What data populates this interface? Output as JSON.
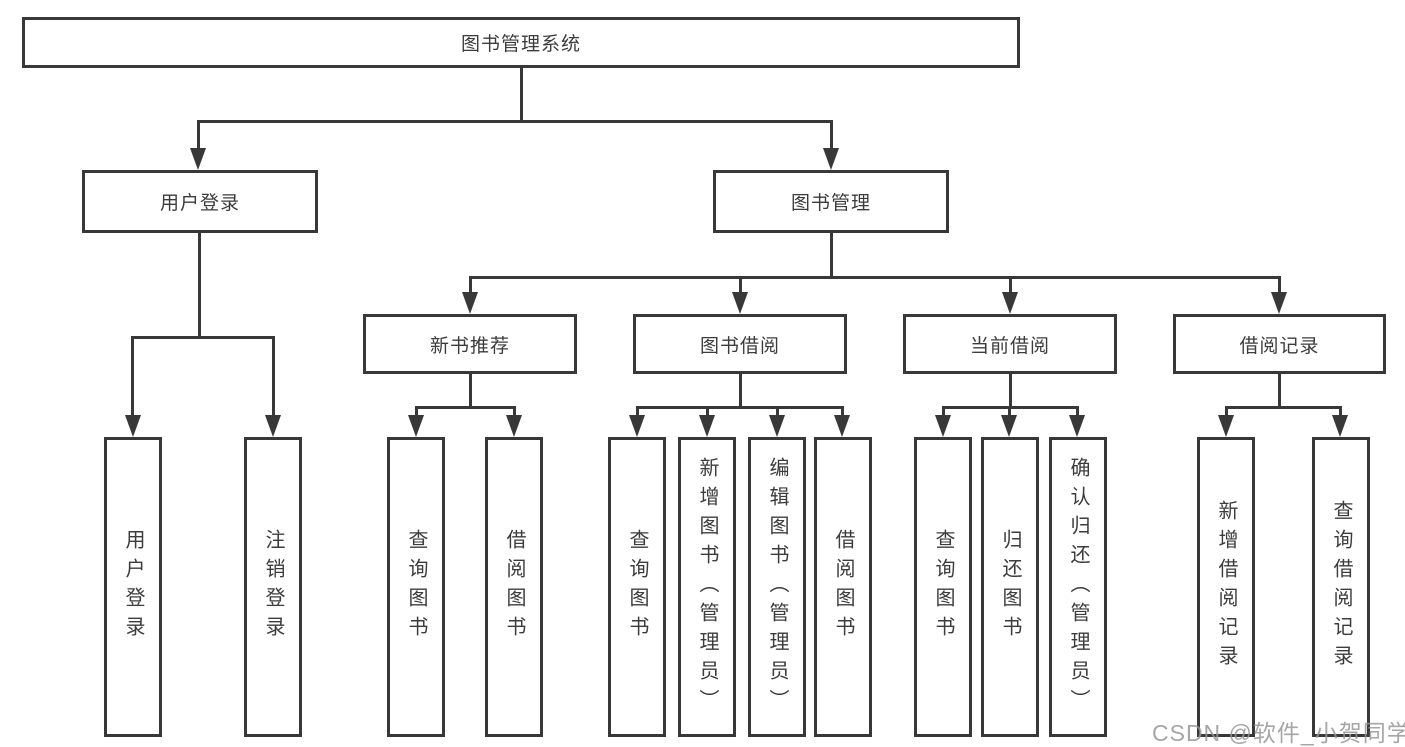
{
  "diagram": {
    "root_label": "图书管理系统",
    "level2": {
      "user_login": "用户登录",
      "book_mgmt": "图书管理"
    },
    "level3": {
      "new_book": "新书推荐",
      "book_borrow": "图书借阅",
      "current_borrow": "当前借阅",
      "borrow_record": "借阅记录"
    },
    "leaves": {
      "user_login": [
        "用户登录",
        "注销登录"
      ],
      "new_book": [
        "查询图书",
        "借阅图书"
      ],
      "book_borrow": [
        "查询图书",
        "新增图书（管理员）",
        "编辑图书（管理员）",
        "借阅图书"
      ],
      "current_borrow": [
        "查询图书",
        "归还图书",
        "确认归还（管理员）"
      ],
      "borrow_record": [
        "新增借阅记录",
        "查询借阅记录"
      ]
    },
    "watermark": "CSDN @软件_小贺同学",
    "colors": {
      "line": "#383838",
      "text": "#3c3c3c",
      "background": "#ffffff",
      "watermark": "#969696"
    }
  }
}
